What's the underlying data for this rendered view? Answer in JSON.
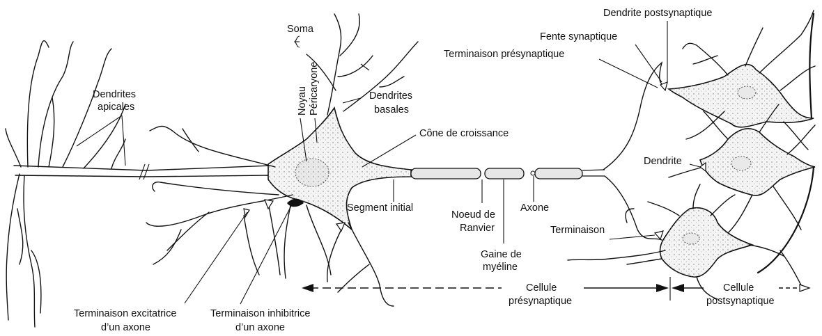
{
  "labels": {
    "soma": "Soma",
    "noyau": "Noyau",
    "pericaryone": "Péricaryone",
    "dendrites_apicales_1": "Dendrites",
    "dendrites_apicales_2": "apicales",
    "dendrites_basales_1": "Dendrites",
    "dendrites_basales_2": "basales",
    "cone_croissance": "Cône de croissance",
    "segment_initial": "Segment initial",
    "noeud_1": "Noeud de",
    "noeud_2": "Ranvier",
    "gaine_1": "Gaine de",
    "gaine_2": "myéline",
    "axone": "Axone",
    "dendrite_post": "Dendrite postsynaptique",
    "fente": "Fente synaptique",
    "terminaison_pre": "Terminaison présynaptique",
    "dendrite": "Dendrite",
    "terminaison": "Terminaison",
    "term_excit_1": "Terminaison excitatrice",
    "term_excit_2": "d’un axone",
    "term_inhib_1": "Terminaison inhibitrice",
    "term_inhib_2": "d’un axone",
    "cellule_pre_1": "Cellule",
    "cellule_pre_2": "présynaptique",
    "cellule_post_1": "Cellule",
    "cellule_post_2": "postsynaptique"
  }
}
